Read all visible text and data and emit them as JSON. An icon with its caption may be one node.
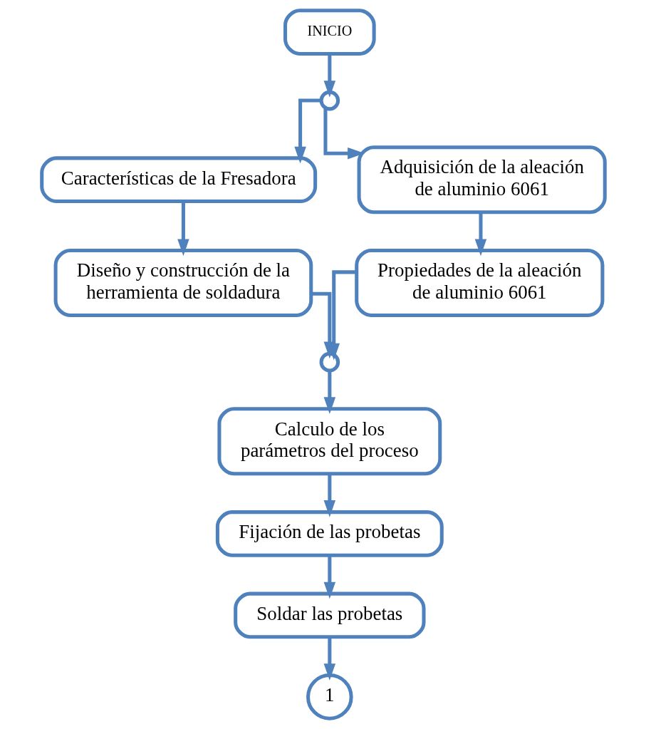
{
  "diagram": {
    "nodes": [
      {
        "text": [
          "INICIO"
        ]
      },
      {
        "text": [],
        "shape": "circle"
      },
      {
        "text": [
          "Características de la Fresadora"
        ]
      },
      {
        "text": [
          "Adquisición de la aleación de aluminio 6061"
        ]
      },
      {
        "text": [
          "Diseño y construcción de la herramienta de soldadura"
        ]
      },
      {
        "text": [
          "Propiedades de la aleación de aluminio 6061"
        ]
      },
      {
        "text": [],
        "shape": "circle"
      },
      {
        "text": [
          "Calculo de los parámetros del proceso"
        ]
      },
      {
        "text": [
          "Fijación de las probetas"
        ]
      },
      {
        "text": [
          "Soldar las probetas"
        ]
      },
      {
        "text": [
          "1"
        ]
      }
    ],
    "edges": [
      {
        "from": 0,
        "to": 1,
        "arrow": "to"
      },
      {
        "from": 1,
        "to": 2,
        "arrow": "to"
      },
      {
        "from": 1,
        "to": 3,
        "arrow": "to"
      },
      {
        "from": 2,
        "to": 4,
        "arrow": "to"
      },
      {
        "from": 3,
        "to": 5,
        "arrow": "to"
      },
      {
        "from": 4,
        "to": 6,
        "arrow": "to"
      },
      {
        "from": 5,
        "to": 6,
        "arrow": "to"
      },
      {
        "from": 6,
        "to": 7,
        "arrow": "to"
      },
      {
        "from": 7,
        "to": 8,
        "arrow": "to"
      },
      {
        "from": 8,
        "to": 9,
        "arrow": "to"
      },
      {
        "from": 9,
        "to": 10,
        "arrow": "to"
      }
    ]
  }
}
